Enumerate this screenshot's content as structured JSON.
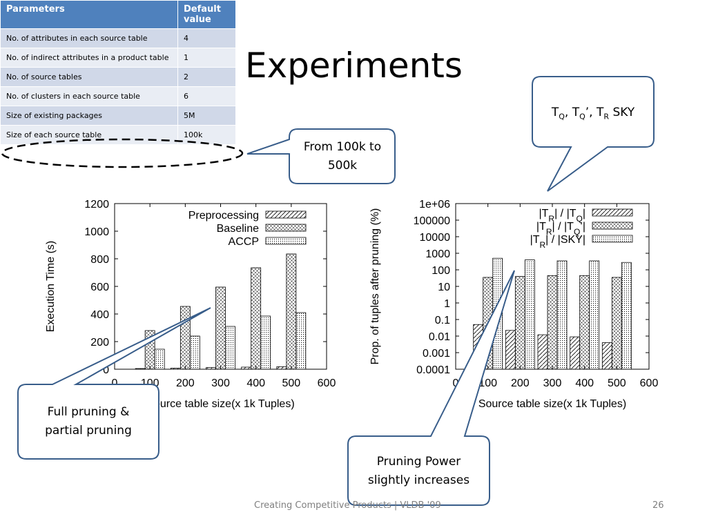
{
  "slide": {
    "title": "Experiments",
    "footer_text": "Creating Competitive Products | VLDB '09",
    "page_number": "26"
  },
  "param_table": {
    "headers": [
      "Parameters",
      "Default value"
    ],
    "rows": [
      [
        "No. of attributes in each source table",
        "4"
      ],
      [
        "No. of indirect attributes in a product table",
        "1"
      ],
      [
        "No. of source tables",
        "2"
      ],
      [
        "No. of clusters in each source table",
        "6"
      ],
      [
        "Size of existing packages",
        "5M"
      ],
      [
        "Size of each source table",
        "100k"
      ]
    ]
  },
  "callouts": {
    "range": [
      "From 100k to",
      "500k"
    ],
    "sets": {
      "t_q": "T",
      "t_q_sub": "Q",
      "t_q2": "T",
      "t_q2_sub": "Q",
      "prime": "’",
      "t_r": "T",
      "t_r_sub": "R",
      "sky": "SKY",
      "sep": ","
    },
    "pruning": [
      "Full pruning &",
      "partial pruning"
    ],
    "power": [
      "Pruning Power",
      "slightly increases"
    ]
  },
  "chart_data": [
    {
      "type": "bar",
      "xlabel": "Source table size(x 1k Tuples)",
      "ylabel": "Execution Time (s)",
      "x": [
        100,
        200,
        300,
        400,
        500
      ],
      "xlim": [
        0,
        600
      ],
      "ylim": [
        0,
        1200
      ],
      "xticks": [
        "0",
        "100",
        "200",
        "300",
        "400",
        "500",
        "600"
      ],
      "yticks": [
        "0",
        "200",
        "400",
        "600",
        "800",
        "1000",
        "1200"
      ],
      "legend_position": "top-right",
      "series": [
        {
          "name": "Preprocessing",
          "values": [
            5,
            8,
            12,
            15,
            18
          ],
          "pattern": "diag"
        },
        {
          "name": "Baseline",
          "values": [
            280,
            455,
            595,
            735,
            835
          ],
          "pattern": "cross"
        },
        {
          "name": "ACCP",
          "values": [
            145,
            240,
            310,
            385,
            410
          ],
          "pattern": "dots"
        }
      ]
    },
    {
      "type": "bar",
      "log_scale": true,
      "xlabel": "Source table size(x 1k Tuples)",
      "ylabel": "Prop. of tuples after pruning (%)",
      "x": [
        100,
        200,
        300,
        400,
        500
      ],
      "xlim": [
        0,
        600
      ],
      "ylim": [
        0.0001,
        1000000
      ],
      "xticks": [
        "0",
        "100",
        "200",
        "300",
        "400",
        "500",
        "600"
      ],
      "yticks": [
        "0.0001",
        "0.001",
        "0.01",
        "0.1",
        "1",
        "10",
        "100",
        "1000",
        "10000",
        "100000",
        "1e+06"
      ],
      "legend_position": "top-right",
      "series": [
        {
          "name": "|T_R| / |T_Q|",
          "legend": {
            "a": "|T",
            "a_sub": "R",
            "b": "| / |T",
            "b_sub": "Q",
            "c": "|",
            "prime": ""
          },
          "values": [
            0.05,
            0.022,
            0.012,
            0.009,
            0.004
          ],
          "pattern": "diag"
        },
        {
          "name": "|T_R| / |T_Q’|",
          "legend": {
            "a": "|T",
            "a_sub": "R",
            "b": "| / |T",
            "b_sub": "Q",
            "c": "|",
            "prime": "’"
          },
          "values": [
            35,
            40,
            45,
            45,
            35
          ],
          "pattern": "cross"
        },
        {
          "name": "|T_R| / |SKY|",
          "legend": {
            "a": "|T",
            "a_sub": "R",
            "b": "| / |SKY|",
            "b_sub": "",
            "c": "",
            "prime": ""
          },
          "values": [
            500,
            400,
            350,
            350,
            280
          ],
          "pattern": "dots"
        }
      ]
    }
  ]
}
